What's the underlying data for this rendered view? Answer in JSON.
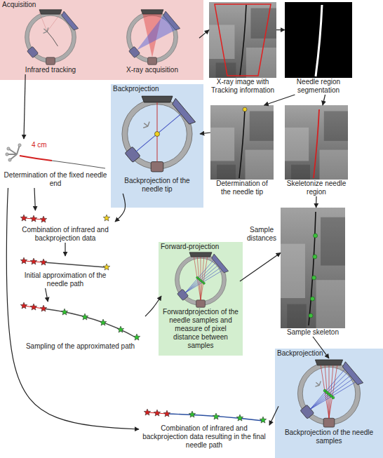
{
  "diagram": {
    "nodes": [
      {
        "text": [
          "Acquisition"
        ]
      },
      {
        "text": [
          "Infrared tracking"
        ],
        "in": 0
      },
      {
        "text": [
          "X-ray acquisition"
        ],
        "in": 0
      },
      {
        "text": [
          "X-ray image with Tracking information"
        ]
      },
      {
        "text": [
          "Needle region segmentation"
        ]
      },
      {
        "text": [
          "Backprojection"
        ]
      },
      {
        "text": [
          "Backprojection of the needle tip"
        ],
        "in": 5
      },
      {
        "text": [
          "Determination of the needle tip"
        ]
      },
      {
        "text": [
          "Skeletonize needle region"
        ]
      },
      {
        "text": [
          "Determination of the fixed needle end"
        ]
      },
      {
        "text": [
          "Combination of infrared and backprojection data"
        ]
      },
      {
        "text": [
          "Initial approximation of the needle path"
        ]
      },
      {
        "text": [
          "Forward-projection"
        ]
      },
      {
        "text": [
          "Forwardprojection of the needle samples and measure of pixel distance between samples"
        ],
        "in": 12
      },
      {
        "text": [
          "Sample skeleton"
        ]
      },
      {
        "text": [
          "Sampling of the approximated path"
        ]
      },
      {
        "text": [
          "Backprojection"
        ]
      },
      {
        "text": [
          "Backprojection of the needle samples"
        ],
        "in": 16
      },
      {
        "text": [
          "Combination of infrared and backprojection data resulting in the final needle path"
        ]
      }
    ],
    "edges": [
      {
        "from": 2,
        "to": 3,
        "arrow": "to"
      },
      {
        "from": 3,
        "to": 4,
        "arrow": "to"
      },
      {
        "from": 4,
        "to": 7,
        "arrow": "to"
      },
      {
        "from": 4,
        "to": 8,
        "arrow": "to"
      },
      {
        "from": 7,
        "to": 6,
        "arrow": "to"
      },
      {
        "from": 8,
        "to": 14,
        "arrow": "to"
      },
      {
        "from": 1,
        "to": 9,
        "arrow": "to"
      },
      {
        "from": 9,
        "to": 10,
        "arrow": "to"
      },
      {
        "from": 6,
        "to": 10,
        "arrow": "to"
      },
      {
        "from": 10,
        "to": 11,
        "arrow": "to"
      },
      {
        "from": 11,
        "to": 15,
        "arrow": "to"
      },
      {
        "from": 15,
        "to": 13,
        "arrow": "to"
      },
      {
        "from": 13,
        "to": 14,
        "label": "Sample distances",
        "arrow": "to"
      },
      {
        "from": 14,
        "to": 17,
        "arrow": "to"
      },
      {
        "from": 17,
        "to": 18,
        "arrow": "to"
      },
      {
        "from": 9,
        "to": 18,
        "arrow": "to"
      }
    ],
    "labels": [
      "4 cm"
    ]
  }
}
